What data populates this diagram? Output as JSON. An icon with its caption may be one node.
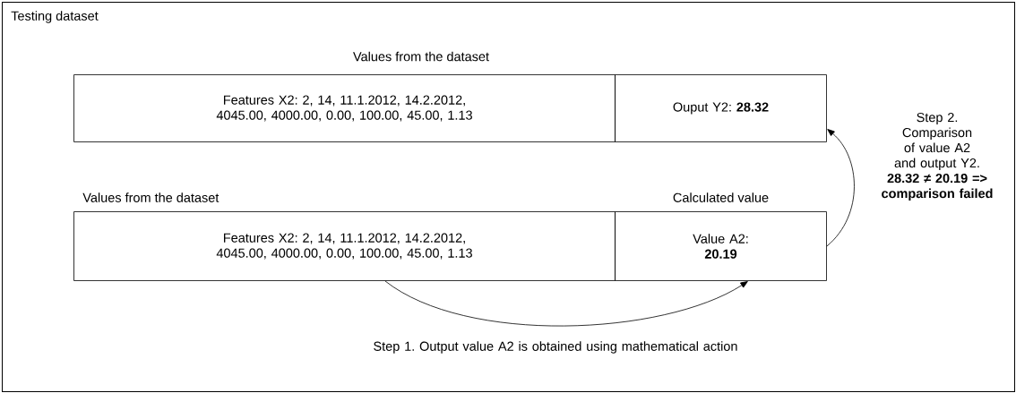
{
  "diagram": {
    "nodes": [
      {
        "text": [
          "Testing dataset"
        ]
      },
      {
        "text": [
          "Features X2: 2, 14, 11.1.2012, 14.2.2012, 4045.00, 4000.00, 0.00, 100.00, 45.00, 1.13"
        ],
        "in": 0
      },
      {
        "text": [
          "Ouput Y2: **28.32**"
        ],
        "in": 0
      },
      {
        "text": [
          "Features X2: 2, 14, 11.1.2012, 14.2.2012, 4045.00, 4000.00, 0.00, 100.00, 45.00, 1.13"
        ],
        "in": 0,
        "beside": [
          "Values from the dataset"
        ]
      },
      {
        "text": [
          "Value A2: **20.19**"
        ],
        "in": 0,
        "beside": [
          "Calculated value"
        ]
      }
    ],
    "edges": [
      {
        "from": 3,
        "to": 4,
        "arrow": "to",
        "label": "Step 1. Output value A2 is obtained using mathematical action"
      },
      {
        "from": 4,
        "to": 2,
        "arrow": "to",
        "label": "Step 2. Comparison of value A2 and output Y2. **28.32 ≠ 20.19 => comparison failed**"
      }
    ],
    "labels": [
      "Values from the dataset"
    ]
  }
}
